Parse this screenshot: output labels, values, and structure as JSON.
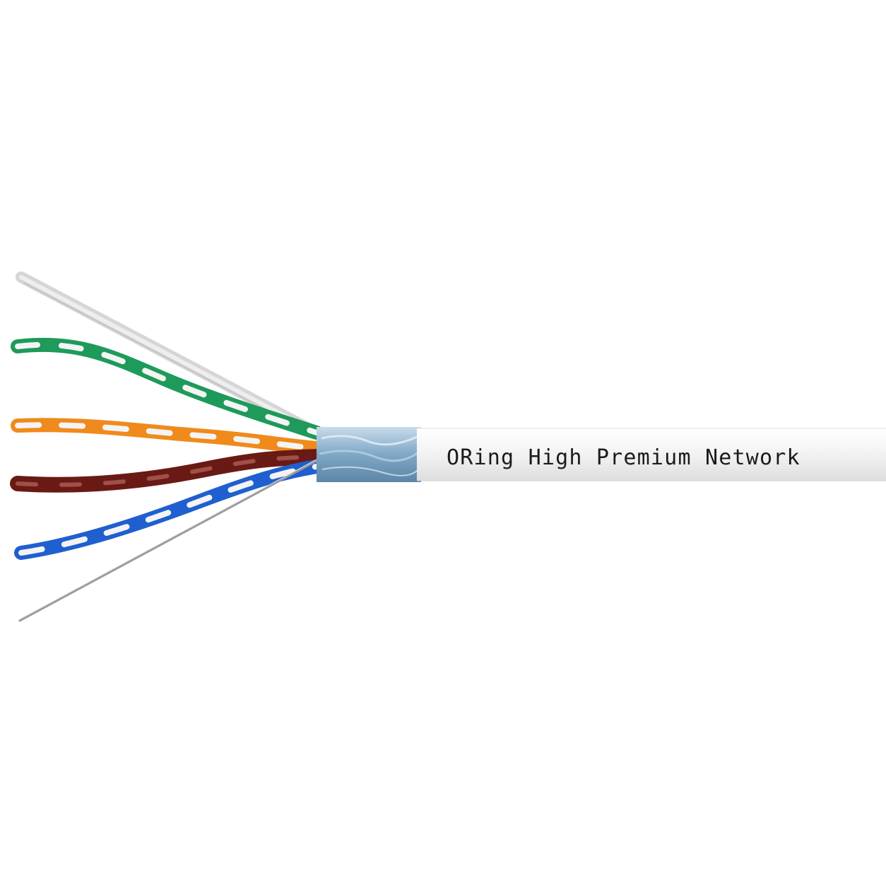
{
  "product": {
    "jacket_print": "ORing High Premium Network"
  },
  "colors": {
    "background": "#ffffff",
    "jacket": "#f2f2f2",
    "shield": "#8fb4d0",
    "pair_green": "#1e9a5a",
    "pair_orange": "#f08a1c",
    "pair_brown": "#6a1a14",
    "pair_blue": "#1f5fd0",
    "pair_stripe": "#f4f4f4",
    "drain_wire": "#9a9a9a",
    "print_ink": "#1b1b1b"
  },
  "components": [
    "jacket",
    "foil-shield",
    "green-pair",
    "orange-pair",
    "brown-pair",
    "blue-pair",
    "ripcord",
    "drain-wire"
  ]
}
